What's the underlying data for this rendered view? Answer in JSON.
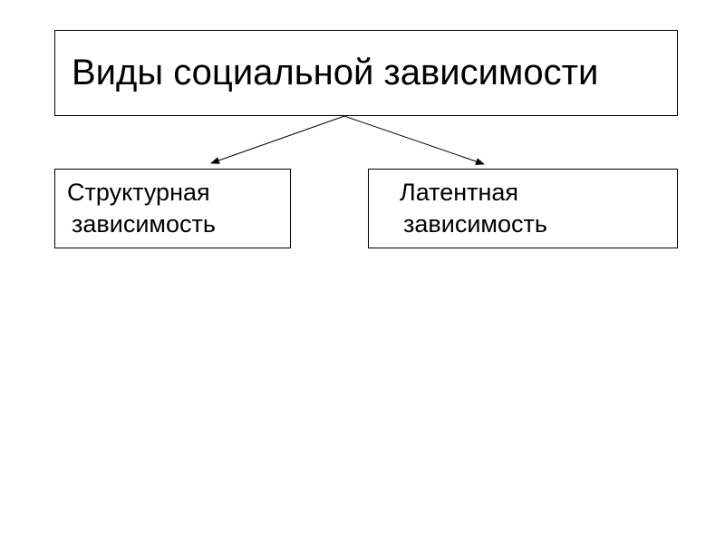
{
  "diagram": {
    "title": "Виды социальной зависимости",
    "branches": [
      {
        "line1": "Структурная",
        "line2": "зависимость"
      },
      {
        "line1": "Латентная",
        "line2": "зависимость"
      }
    ]
  },
  "colors": {
    "background": "#ffffff",
    "border": "#000000",
    "text": "#000000"
  }
}
